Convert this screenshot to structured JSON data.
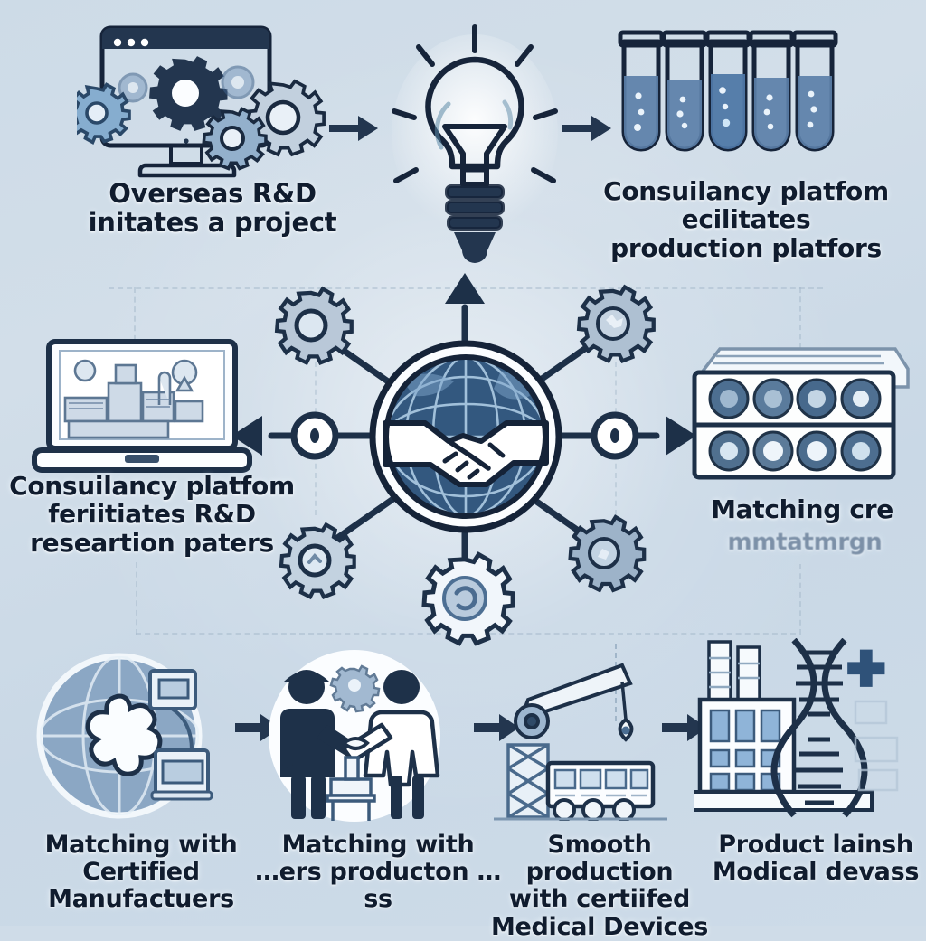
{
  "meta": {
    "title": "Medical Device Consultancy Process Infographic",
    "palette": {
      "background": "#cddbe7",
      "ink": "#16243a",
      "steel_blue": "#4a72a0",
      "deep_blue": "#2f5279",
      "light_blue": "#a9c4dc",
      "paper": "#f4f8fb",
      "faded_text": "#5f7590"
    }
  },
  "hub": {
    "name": "global-partnership-hub",
    "icon": "globe-handshake-icon",
    "description": "Globe with handshake at center of radial diagram"
  },
  "top_row": [
    {
      "id": "step-rnd-initiation",
      "icon": "monitor-gears-icon",
      "caption": "Overseas R&D\ninitates a project"
    },
    {
      "id": "step-idea",
      "icon": "lightbulb-icon",
      "caption": ""
    },
    {
      "id": "step-production-platforms",
      "icon": "test-tubes-icon",
      "caption": "Consuilancy platfom\necilitates\nproduction platfors"
    }
  ],
  "middle_row": [
    {
      "id": "step-research-partners",
      "icon": "laptop-factory-screen-icon",
      "caption": "Consuilancy platfom\nferiitiates R&D\nreseartion paters"
    },
    {
      "id": "step-matching-tray",
      "icon": "sample-tray-icon",
      "caption": "Matching cre",
      "caption_secondary": "mmtatmrgn"
    }
  ],
  "bottom_row": [
    {
      "id": "step-certified-manufacturers",
      "icon": "globe-medical-cross-icon",
      "caption": "Matching with\nCertified Manufactuers"
    },
    {
      "id": "step-production-handshake",
      "icon": "handshake-people-icon",
      "caption": "Matching with\n…ers producton …ss"
    },
    {
      "id": "step-smooth-production",
      "icon": "crane-assembly-line-icon",
      "caption": "Smooth production\nwith certiifed\nMedical Devices"
    },
    {
      "id": "step-product-launch",
      "icon": "factory-dna-icon",
      "caption": "Product lainsh\nModical devass"
    }
  ],
  "connectors": {
    "arrow_top_left": "arrow-right-icon",
    "arrow_top_right": "arrow-right-icon",
    "arrow_bottom_1": "arrow-right-icon",
    "arrow_bottom_2": "arrow-right-icon",
    "arrow_bottom_3": "arrow-right-icon",
    "arrow_hub_up": "arrow-up-icon",
    "arrow_hub_left": "arrow-left-icon",
    "arrow_hub_right": "arrow-right-icon",
    "node_left": "connector-node",
    "node_right": "connector-node"
  },
  "decorative_gears": [
    {
      "id": "gear-upper-left",
      "icon": "gear-icon"
    },
    {
      "id": "gear-upper-right",
      "icon": "gear-icon"
    },
    {
      "id": "gear-lower-left",
      "icon": "gear-icon"
    },
    {
      "id": "gear-lower-right",
      "icon": "gear-icon"
    },
    {
      "id": "gear-bottom-center",
      "icon": "gear-icon"
    }
  ]
}
